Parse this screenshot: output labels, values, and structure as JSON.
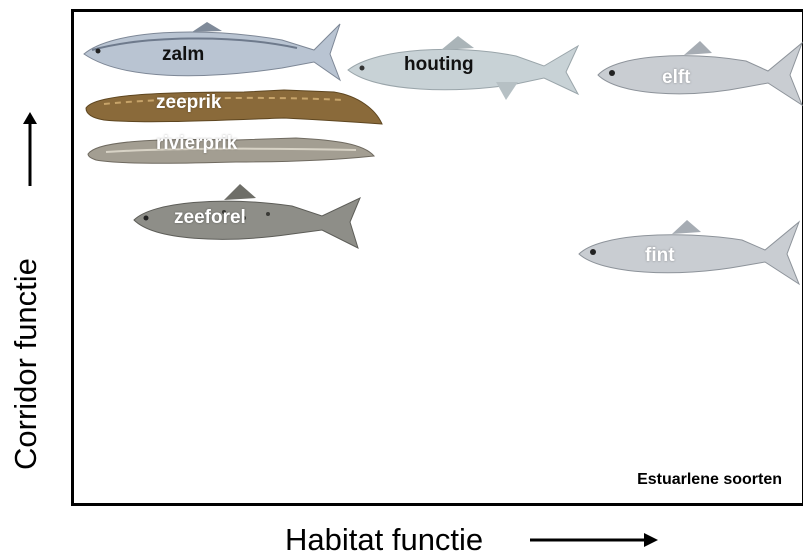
{
  "axes": {
    "x_label": "Habitat functie",
    "y_label": "Corridor functie"
  },
  "corner_label": "Estuarlene soorten",
  "fish": {
    "zalm": "zalm",
    "houting": "houting",
    "elft": "elft",
    "zeeprik": "zeeprik",
    "rivierprik": "rivierprik",
    "zeeforel": "zeeforel",
    "fint": "fint"
  },
  "colors": {
    "frame": "#000000",
    "label_dark": "#111111",
    "label_light": "#ffffff",
    "salmon_body": "#b9c4d2",
    "houting_body": "#c8d2d6",
    "shad_body": "#c9cdd2",
    "lamprey_sea": "#8a6a3a",
    "lamprey_river": "#a39e92",
    "trout_body": "#8e8e88"
  }
}
